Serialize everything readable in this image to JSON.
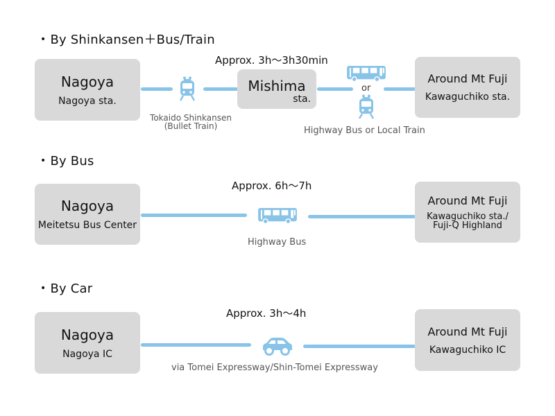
{
  "colors": {
    "accent": "#88c3e8",
    "box_fill": "#d9d9d9",
    "text": "#111111",
    "caption": "#555555"
  },
  "sections": [
    {
      "heading_bullet": "•",
      "heading": "By  Shinkansen＋Bus/Train",
      "duration": "Approx.  3h〜3h30min",
      "origin": {
        "city": "Nagoya",
        "place": "Nagoya  sta."
      },
      "transfer": {
        "city": "Mishima",
        "place": "sta."
      },
      "leg1": {
        "icon": "train-icon",
        "caption_line1": "Tokaido  Shinkansen",
        "caption_line2": "(Bullet  Train)"
      },
      "leg2": {
        "icons": [
          "bus-icon",
          "train-icon"
        ],
        "separator": "or",
        "caption": "Highway  Bus  or  Local  Train"
      },
      "destination": {
        "name": "Around  Mt  Fuji",
        "place": "Kawaguchiko  sta."
      }
    },
    {
      "heading_bullet": "•",
      "heading": "By  Bus",
      "duration": "Approx.  6h〜7h",
      "origin": {
        "city": "Nagoya",
        "place": "Meitetsu  Bus  Center"
      },
      "leg": {
        "icon": "bus-icon",
        "caption": "Highway  Bus"
      },
      "destination": {
        "name": "Around  Mt  Fuji",
        "place_line1": "Kawaguchiko  sta./",
        "place_line2": "Fuji-Q  Highland"
      }
    },
    {
      "heading_bullet": "•",
      "heading": "By  Car",
      "duration": "Approx.  3h〜4h",
      "origin": {
        "city": "Nagoya",
        "place": "Nagoya  IC"
      },
      "leg": {
        "icon": "car-icon",
        "caption": "via  Tomei  Expressway/Shin-Tomei  Expressway"
      },
      "destination": {
        "name": "Around  Mt  Fuji",
        "place": "Kawaguchiko  IC"
      }
    }
  ]
}
